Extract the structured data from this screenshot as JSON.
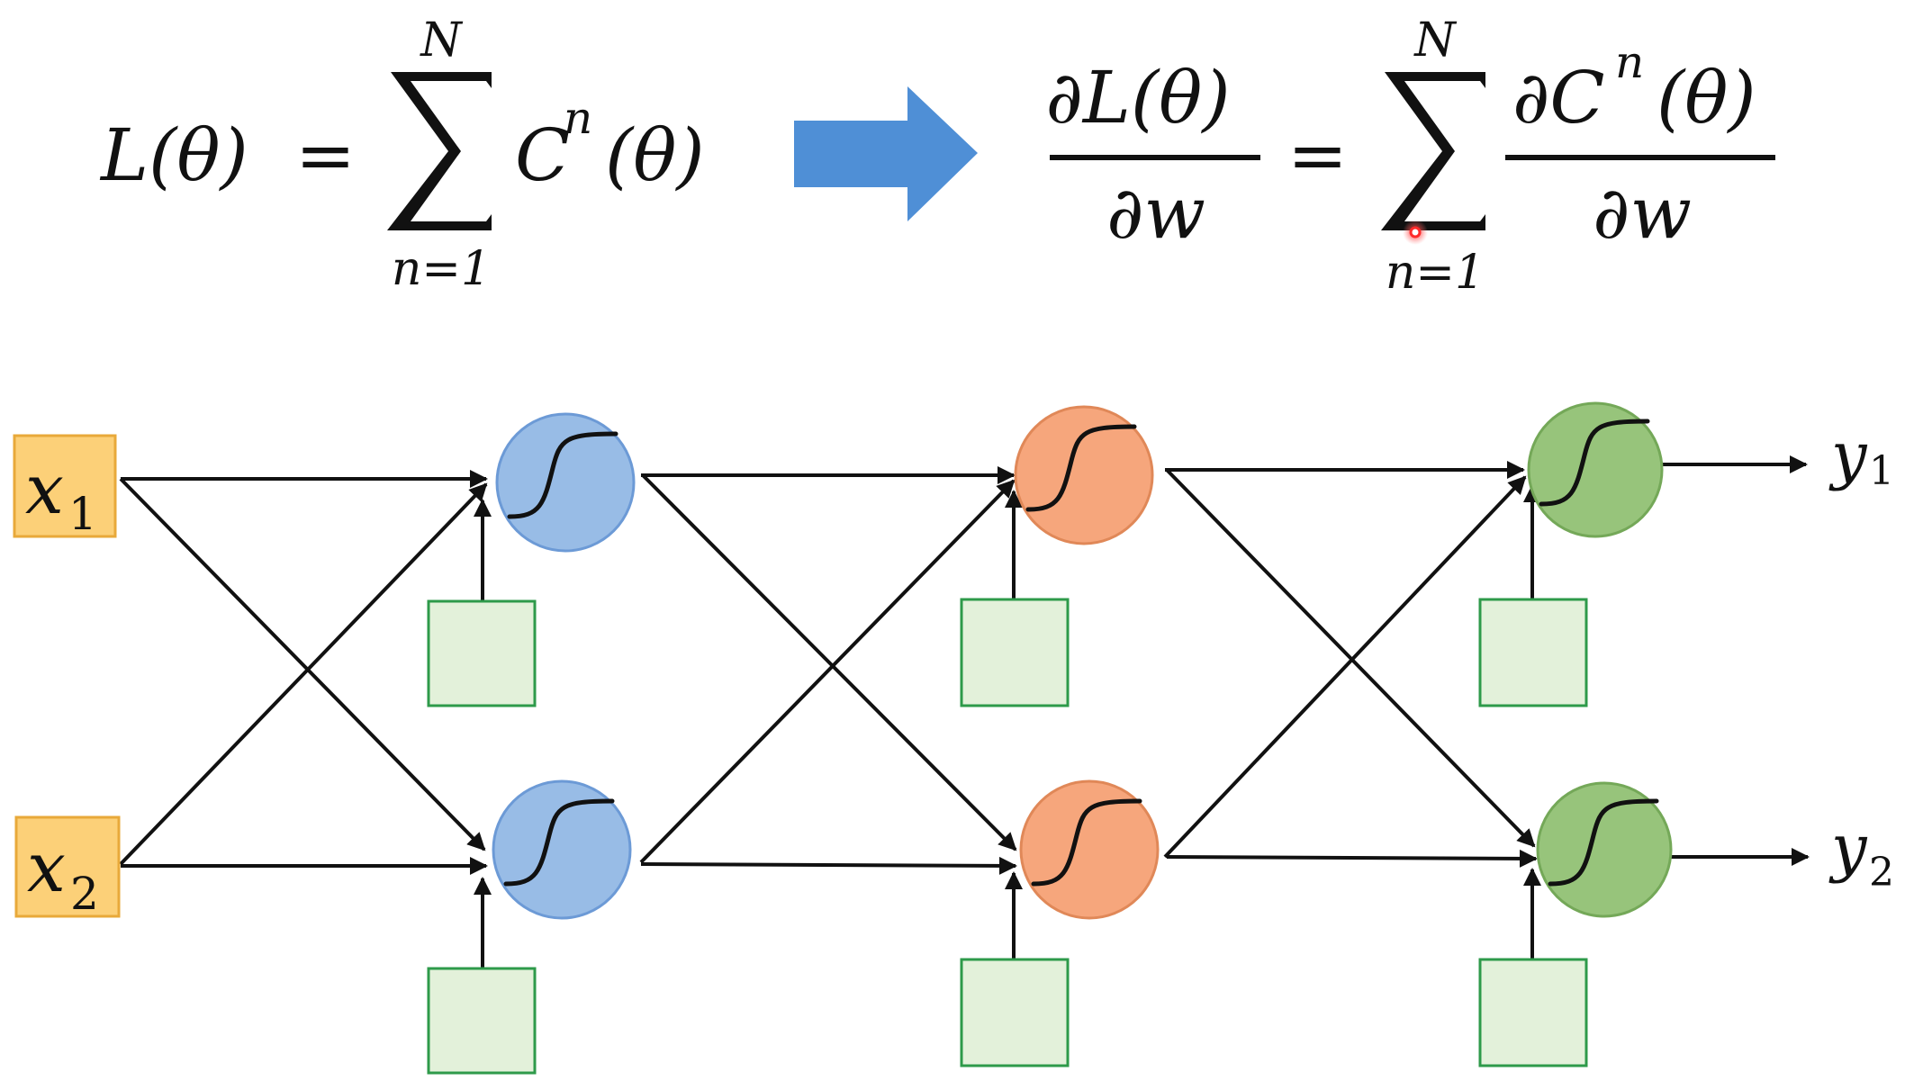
{
  "equation_left": {
    "lhs": "L(θ)",
    "equals": "=",
    "sum_upper": "N",
    "sum_lower": "n=1",
    "term_base": "C",
    "term_sup": "n",
    "term_arg": "(θ)"
  },
  "equation_right": {
    "frac1_num": "∂L(θ)",
    "frac1_den": "∂w",
    "equals": "=",
    "sum_upper": "N",
    "sum_lower": "n=1",
    "frac2_num_pre": "∂C",
    "frac2_num_sup": "n",
    "frac2_num_post": "(θ)",
    "frac2_den": "∂w"
  },
  "inputs": [
    {
      "base": "x",
      "sub": "1"
    },
    {
      "base": "x",
      "sub": "2"
    }
  ],
  "outputs": [
    {
      "base": "y",
      "sub": "1"
    },
    {
      "base": "y",
      "sub": "2"
    }
  ],
  "colors": {
    "arrow_blue": "#4f8fd6",
    "input_fill": "#fcd078",
    "input_stroke": "#e8a93a",
    "layer1_fill": "#98bce6",
    "layer1_stroke": "#6c9ad6",
    "layer2_fill": "#f6a67c",
    "layer2_stroke": "#e08858",
    "layer3_fill": "#97c47b",
    "layer3_stroke": "#74a858",
    "bias_fill": "#e3f1da",
    "bias_stroke": "#2e9a4a",
    "laser_dot": "#ff2a2a"
  }
}
